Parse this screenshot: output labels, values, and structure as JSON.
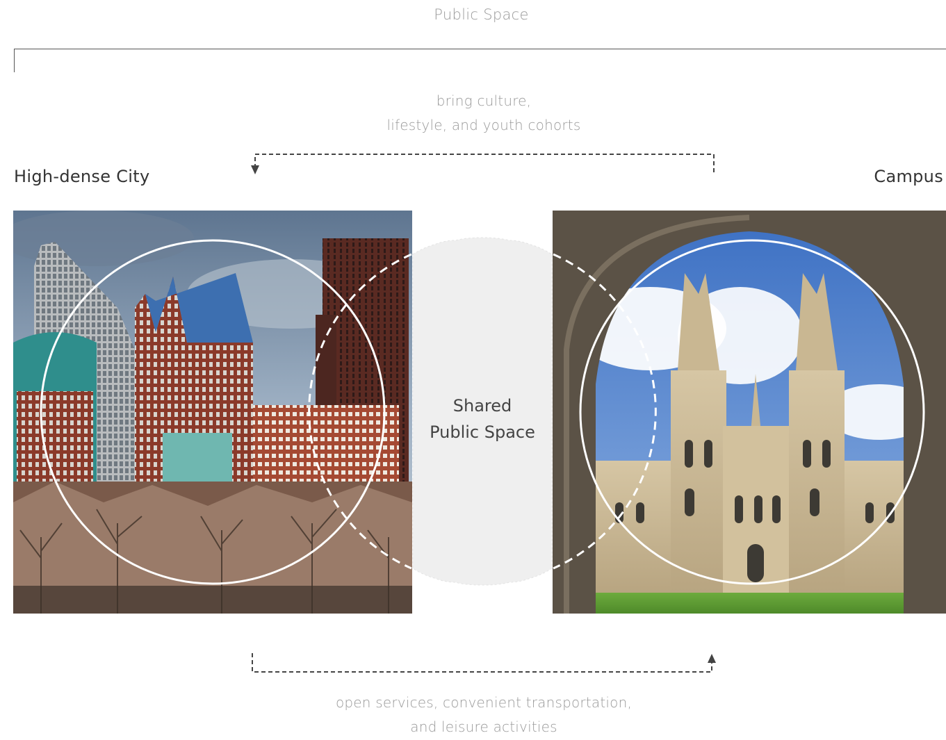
{
  "header": {
    "title": "Public Space"
  },
  "flows": {
    "top_caption_line1": "bring culture,",
    "top_caption_line2": "lifestyle, and youth cohorts",
    "bottom_caption_line1": "open services, convenient transportation,",
    "bottom_caption_line2": "and leisure activities"
  },
  "left": {
    "label": "High-dense City"
  },
  "right": {
    "label": "Campus"
  },
  "center": {
    "line1": "Shared",
    "line2": "Public Space"
  },
  "colors": {
    "caption": "#9a9a9a",
    "shared_area": "#efefef",
    "circle_stroke": "#ffffff",
    "arrow": "#444444"
  }
}
